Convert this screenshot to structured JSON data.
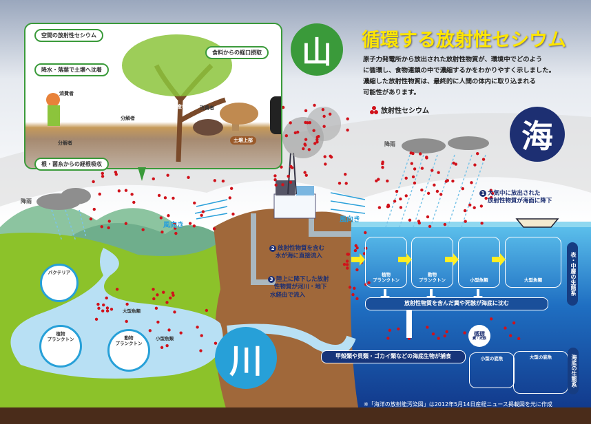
{
  "title": "循環する放射性セシウム",
  "description": [
    "原子力発電所から放出された放射性物質が、環境中でどのよう",
    "に循環し、食物連鎖の中で濃縮するかをわかりやすく示しました。",
    "濃縮した放射性物質は、最終的に人間の体内に取り込まれる",
    "可能性があります。"
  ],
  "legend": {
    "icon": "red-dots-icon",
    "label": "放射性セシウム",
    "color": "#d0121b"
  },
  "badges": {
    "mountain": "山",
    "sea": "海",
    "river": "川"
  },
  "mountain": {
    "pills": [
      "空間の放射性セシウム",
      "降水・落葉で土壌へ沈着",
      "食料からの経口摂取",
      "根・菌糸からの経根吸収"
    ],
    "labels": {
      "consumer1": "消費者",
      "decomposer1": "分解者",
      "decomposer2": "分解者",
      "producer": "生産者",
      "consumer2": "消費者",
      "soil": "土壌上部"
    }
  },
  "rain_label": "降雨",
  "rain_label_sea": "降雨",
  "wind_left": "風向き",
  "wind_right": "風向き",
  "notes": {
    "n1": {
      "num": "1",
      "text": [
        "大気中に放出された",
        "放射性物質が海面に降下"
      ]
    },
    "n2": {
      "num": "2",
      "text": [
        "放射性物質を含む",
        "水が海に直接流入"
      ]
    },
    "n3": {
      "num": "3",
      "text": [
        "陸上に降下した放射",
        "性物質が河川・地下",
        "水経由で流入"
      ]
    }
  },
  "river": {
    "bacteria": "バクテリア",
    "large_fish": "大型魚類",
    "phyto": [
      "植物",
      "プランクトン"
    ],
    "zoo": [
      "動物",
      "プランクトン"
    ],
    "small_fish": "小型魚類"
  },
  "sea": {
    "chain": [
      {
        "l1": "植物",
        "l2": "プランクトン"
      },
      {
        "l1": "動物",
        "l2": "プランクトン"
      },
      {
        "l1": "小型魚類",
        "l2": ""
      },
      {
        "l1": "大型魚類",
        "l2": ""
      }
    ],
    "surface_label": "表・中層の生態系",
    "sink_bar": "放射性物質を含んだ糞や死骸が海底に沈む",
    "cycle": {
      "title": "循環",
      "sub": "糞・死骸"
    },
    "benthic_bar": "甲殻類や貝類・ゴカイ類などの海底生物が捕食",
    "small_bottom": "小型の底魚",
    "large_bottom": "大型の底魚",
    "bottom_label": "海底の生態系"
  },
  "footnote": "※「海洋の放射能汚染図」は2012年5月14日産経ニュース掲載図を元に作成"
}
